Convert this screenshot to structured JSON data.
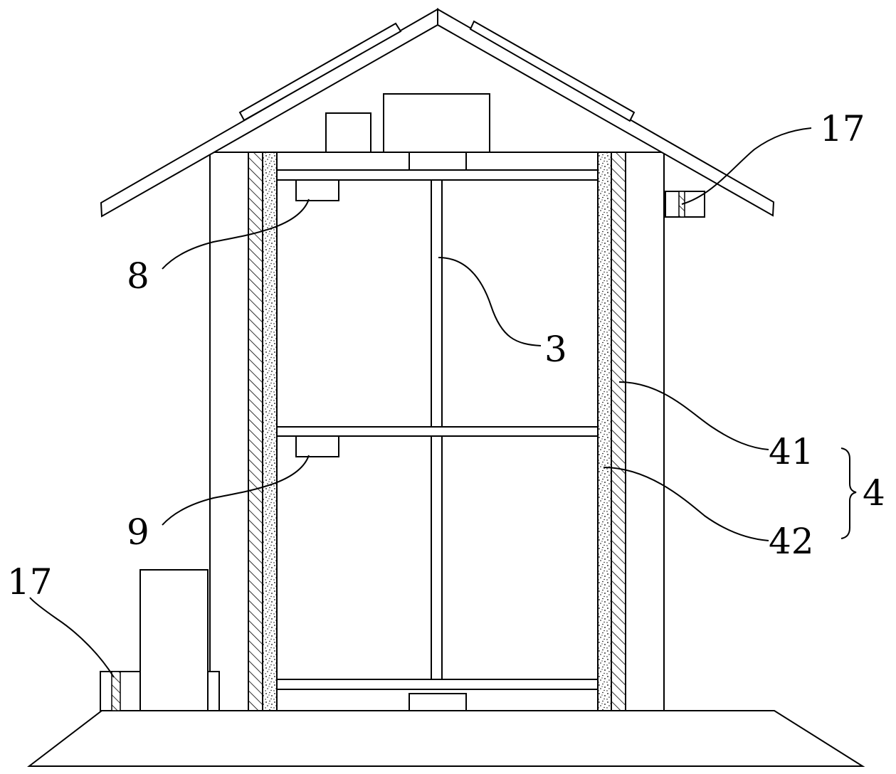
{
  "labels": {
    "part_3": "3",
    "part_4": "4",
    "part_8": "8",
    "part_9": "9",
    "part_17_top": "17",
    "part_17_bottom": "17",
    "part_41": "41",
    "part_42": "42"
  },
  "colors": {
    "stroke": "#000000",
    "background": "#ffffff"
  }
}
